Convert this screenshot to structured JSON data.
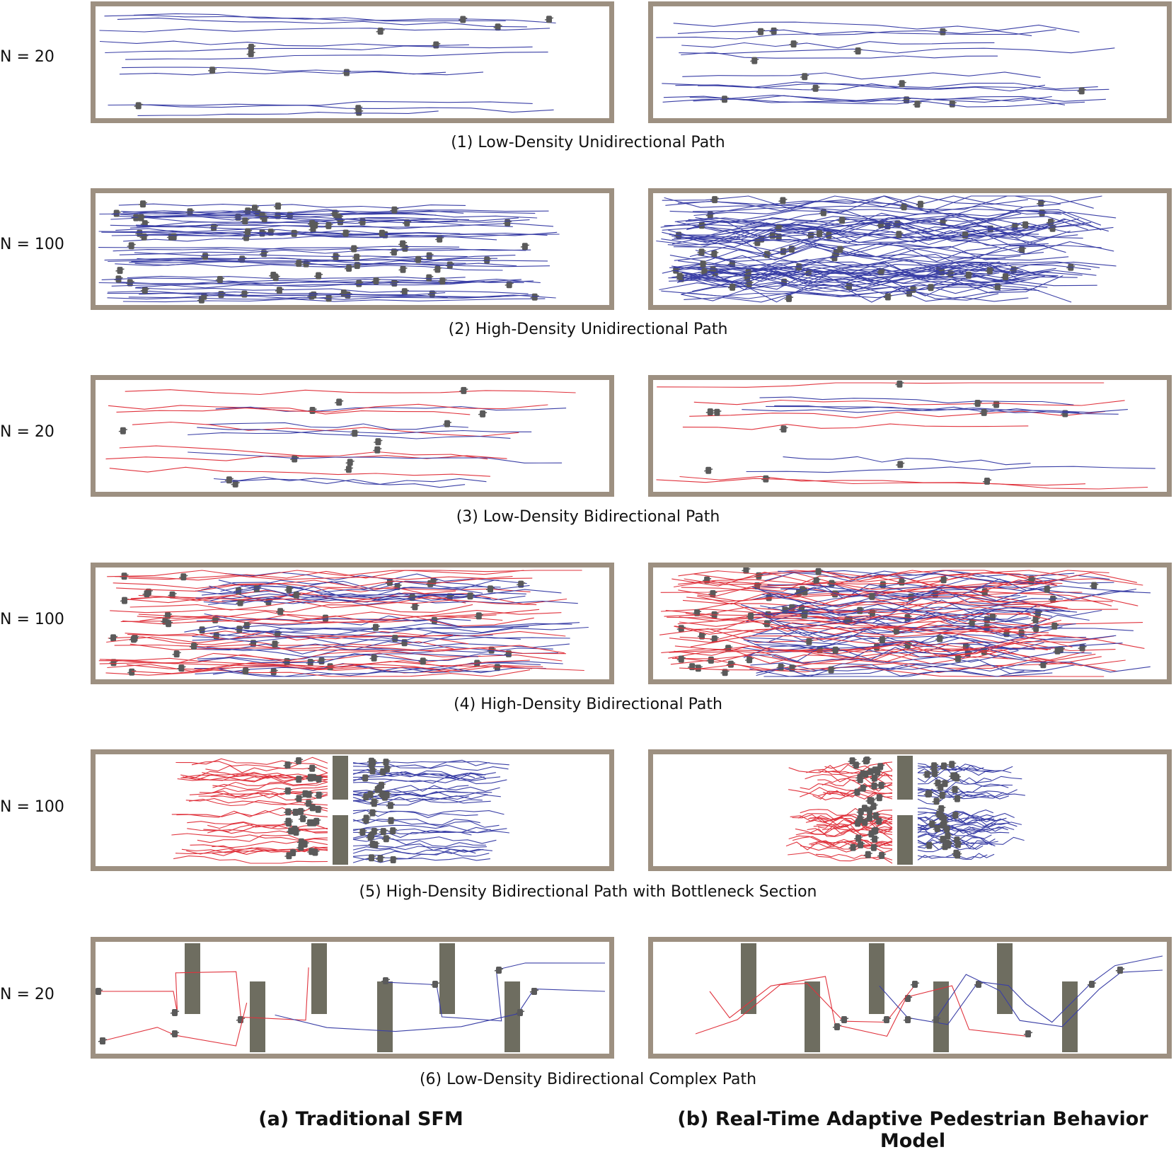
{
  "rows": [
    {
      "n_label": "N = 20",
      "caption": "(1) Low-Density Unidirectional Path"
    },
    {
      "n_label": "N = 100",
      "caption": "(2) High-Density Unidirectional Path"
    },
    {
      "n_label": "N = 20",
      "caption": "(3) Low-Density Bidirectional Path"
    },
    {
      "n_label": "N = 100",
      "caption": "(4) High-Density Bidirectional Path"
    },
    {
      "n_label": "N = 100",
      "caption": "(5) High-Density Bidirectional Path with Bottleneck Section"
    },
    {
      "n_label": "N = 20",
      "caption": "(6) Low-Density Bidirectional Complex Path"
    }
  ],
  "columns": {
    "a_title": "(a) Traditional SFM",
    "b_title": "(b) Real-Time Adaptive Pedestrian Behavior Model"
  },
  "colors": {
    "frame": "#9d9081",
    "path_blue": "#3a3fa6",
    "path_red": "#e0333d",
    "obstacle": "#6e6d60",
    "agent": "#5a5a5a"
  }
}
